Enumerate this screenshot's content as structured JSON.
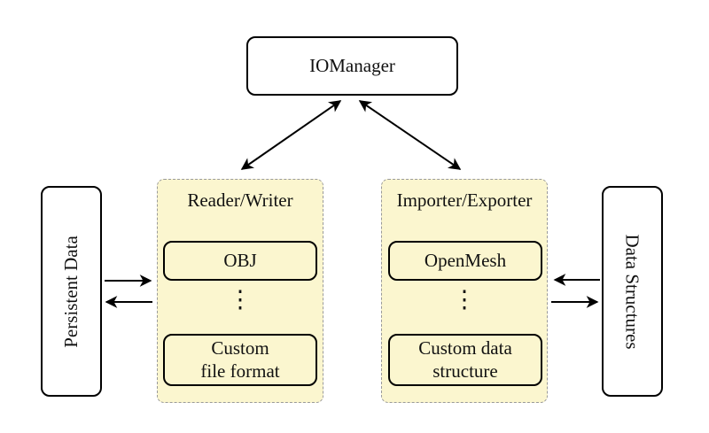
{
  "colors": {
    "background": "#FFFFFF",
    "group_fill": "#FBF6CF",
    "group_border": "#9A9A9A",
    "node_border": "#000000",
    "arrow_color": "#000000"
  },
  "nodes": {
    "io_manager": "IOManager",
    "persistent_data": "Persistent Data",
    "data_structures": "Data Structures"
  },
  "groups": {
    "reader_writer": {
      "label": "Reader/Writer",
      "top_item": "OBJ",
      "ellipsis": "⋮",
      "bottom_item": "Custom\nfile format"
    },
    "importer_exporter": {
      "label": "Importer/Exporter",
      "top_item": "OpenMesh",
      "ellipsis": "⋮",
      "bottom_item": "Custom data\nstructure"
    }
  }
}
